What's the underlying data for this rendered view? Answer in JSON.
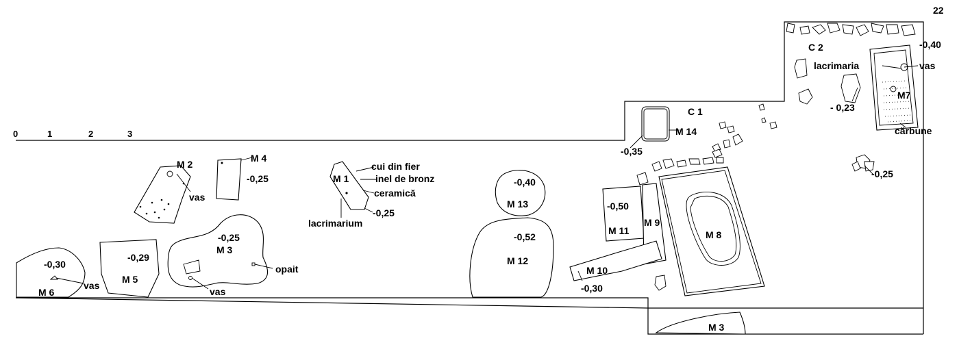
{
  "page_number": "22",
  "scale_labels": [
    "0",
    "1",
    "2",
    "3"
  ],
  "graves": {
    "m2": "M 2",
    "m3": "M 3",
    "m4": "M 4",
    "m5": "M 5",
    "m6": "M 6",
    "m7": "M7",
    "m8": "M 8",
    "m9": "M 9",
    "m10": "M 10",
    "m11": "M 11",
    "m12": "M 12",
    "m13": "M 13",
    "m14": "M 14",
    "m1": "M 1",
    "m3_bottom": "M 3"
  },
  "features": {
    "c1": "C 1",
    "c2": "C 2"
  },
  "depths": {
    "m6": "-0,30",
    "m5": "-0,29",
    "m3": "-0,25",
    "m4": "-0,25",
    "m1": "-0,25",
    "m13": "-0,40",
    "m12": "-0,52",
    "m11": "-0,50",
    "m10": "-0,30",
    "m14": "-0,35",
    "pit": "- 0,23",
    "m7": "-0,40",
    "right": "-0,25"
  },
  "finds": {
    "vas_m2": "vas",
    "vas_m6": "vas",
    "vas_m3": "vas",
    "opait": "opait",
    "cui": "cui din fier",
    "inel": "inel de bronz",
    "ceramica": "ceramică",
    "lacrimarium": "lacrimarium",
    "lacrimaria": "lacrimaria",
    "vas_m7": "vas",
    "carbune": "cărbune"
  }
}
